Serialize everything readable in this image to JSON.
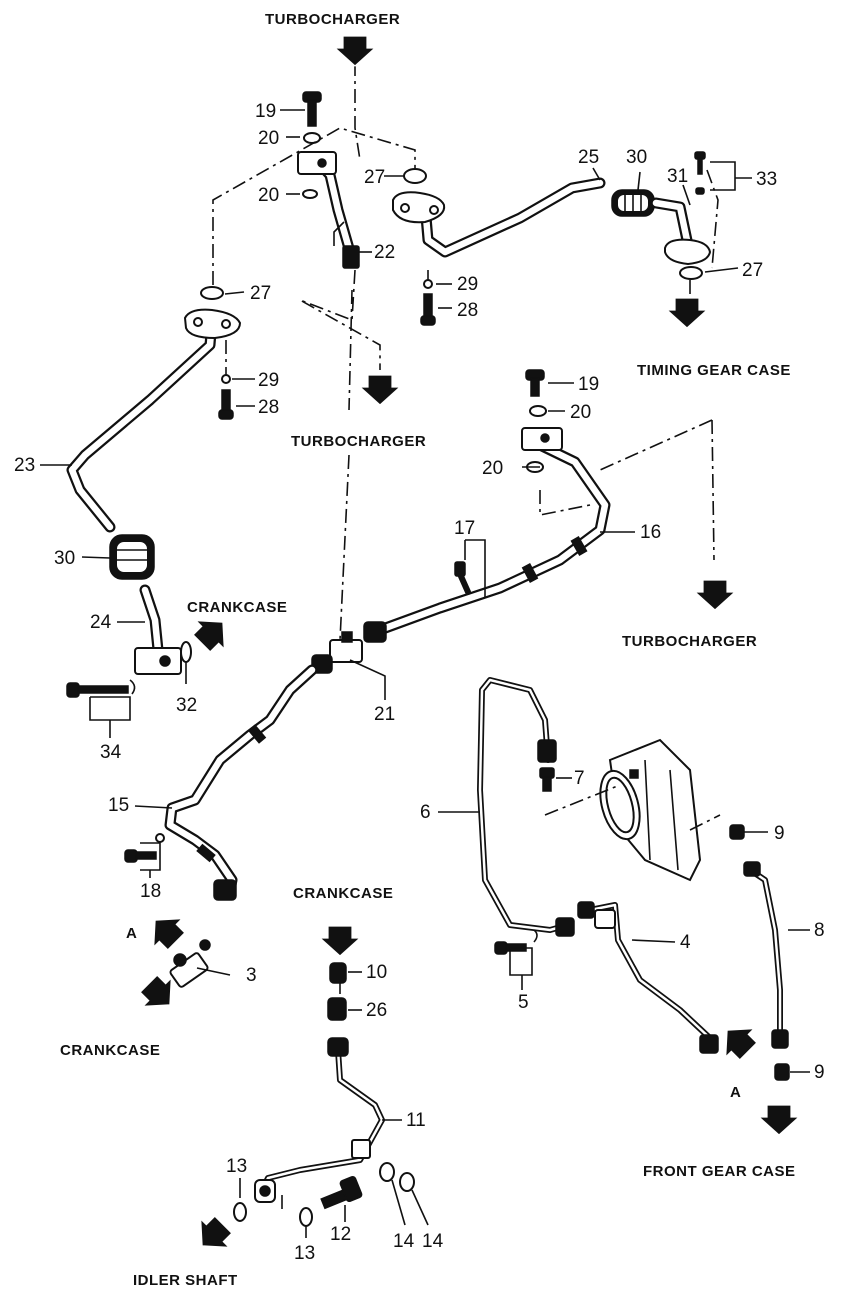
{
  "labels": {
    "turbocharger_top": "TURBOCHARGER",
    "turbocharger_mid": "TURBOCHARGER",
    "turbocharger_right": "TURBOCHARGER",
    "timing_gear_case": "TIMING GEAR CASE",
    "crankcase_mid": "CRANKCASE",
    "crankcase_center": "CRANKCASE",
    "crankcase_bottom": "CRANKCASE",
    "front_gear_case": "FRONT GEAR CASE",
    "idler_shaft": "IDLER SHAFT",
    "view_a_left": "A",
    "view_a_right": "A"
  },
  "callouts": [
    "19",
    "20",
    "20",
    "27",
    "22",
    "25",
    "30",
    "31",
    "33",
    "27",
    "29",
    "28",
    "27",
    "29",
    "28",
    "23",
    "30",
    "24",
    "32",
    "34",
    "19",
    "20",
    "20",
    "17",
    "16",
    "21",
    "15",
    "18",
    "3",
    "6",
    "7",
    "9",
    "4",
    "8",
    "5",
    "9",
    "10",
    "26",
    "11",
    "13",
    "12",
    "14",
    "14",
    "13"
  ]
}
